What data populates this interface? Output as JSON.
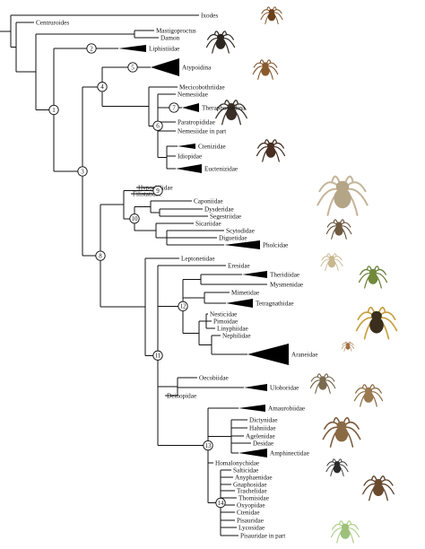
{
  "taxa": [
    {
      "id": "ixodes",
      "label": "Ixodes"
    },
    {
      "id": "centruroides",
      "label": "Centruroides"
    },
    {
      "id": "mastigoproctus",
      "label": "Mastigoproctus"
    },
    {
      "id": "damon",
      "label": "Damon"
    },
    {
      "id": "liphistiidae",
      "label": "Liphistiidae"
    },
    {
      "id": "atypoidina",
      "label": "Atypoidina"
    },
    {
      "id": "mecicobothriidae",
      "label": "Mecicobothriidae"
    },
    {
      "id": "nemesiidae",
      "label": "Nemesiidae"
    },
    {
      "id": "theraphosoidina",
      "label": "Theraphosoidina"
    },
    {
      "id": "paratropididae",
      "label": "Paratropididae"
    },
    {
      "id": "nemesiidae_part",
      "label": "Nemesiidae in part"
    },
    {
      "id": "ctenizidae",
      "label": "Ctenizidae"
    },
    {
      "id": "idiopidae",
      "label": "Idiopidae"
    },
    {
      "id": "euctenizidae",
      "label": "Euctenizidae"
    },
    {
      "id": "hypochilidae",
      "label": "Hypochilidae"
    },
    {
      "id": "filistatidae",
      "label": "Filistatidae"
    },
    {
      "id": "caponiidae",
      "label": "Caponiidae"
    },
    {
      "id": "dysderidae",
      "label": "Dysderidae"
    },
    {
      "id": "segestriidae",
      "label": "Segestriidae"
    },
    {
      "id": "sicariidae",
      "label": "Sicariidae"
    },
    {
      "id": "scytodidae",
      "label": "Scytodidae"
    },
    {
      "id": "diguetidae",
      "label": "Diguetidae"
    },
    {
      "id": "pholcidae",
      "label": "Pholcidae"
    },
    {
      "id": "leptonetidae",
      "label": "Leptonetidae"
    },
    {
      "id": "eresidae",
      "label": "Eresidae"
    },
    {
      "id": "theridiidae",
      "label": "Theridiidae"
    },
    {
      "id": "mysmenidae",
      "label": "Mysmenidae"
    },
    {
      "id": "mimetidae",
      "label": "Mimetidae"
    },
    {
      "id": "tetragnathidae",
      "label": "Tetragnathidae"
    },
    {
      "id": "nesticidae",
      "label": "Nesticidae"
    },
    {
      "id": "pimoidae",
      "label": "Pimoidae"
    },
    {
      "id": "linyphiidae",
      "label": "Linyphiidae"
    },
    {
      "id": "nephilidae",
      "label": "Nephilidae"
    },
    {
      "id": "araneidae",
      "label": "Araneidae"
    },
    {
      "id": "oecobiidae",
      "label": "Oecobiidae"
    },
    {
      "id": "uloboridae",
      "label": "Uloboridae"
    },
    {
      "id": "deinopidae",
      "label": "Deinopidae"
    },
    {
      "id": "amaurobiidae",
      "label": "Amaurobiidae"
    },
    {
      "id": "dictynidae",
      "label": "Dictynidae"
    },
    {
      "id": "hahniidae",
      "label": "Hahniidae"
    },
    {
      "id": "agelenidae",
      "label": "Agelenidae"
    },
    {
      "id": "desidae",
      "label": "Desidae"
    },
    {
      "id": "amphinectidae",
      "label": "Amphinectidae"
    },
    {
      "id": "homalonychidae",
      "label": "Homalonychidae"
    },
    {
      "id": "salticidae",
      "label": "Salticidae"
    },
    {
      "id": "anyphaenidae",
      "label": "Anyphaenidae"
    },
    {
      "id": "gnaphosidae",
      "label": "Gnaphosidae"
    },
    {
      "id": "trachelidae",
      "label": "Trachelidae"
    },
    {
      "id": "thomisidae",
      "label": "Thomisidae"
    },
    {
      "id": "oxyopidae",
      "label": "Oxyopidae"
    },
    {
      "id": "ctenidae",
      "label": "Ctenidae"
    },
    {
      "id": "pisauridae",
      "label": "Pisauridae"
    },
    {
      "id": "lycosidae",
      "label": "Lycosidae"
    },
    {
      "id": "pisauridae_part",
      "label": "Pisauridae in part"
    }
  ],
  "node_labels": [
    "1",
    "2",
    "3",
    "4",
    "5",
    "6",
    "7",
    "8",
    "9",
    "10",
    "11",
    "12",
    "13",
    "14"
  ],
  "colors": {
    "branch": "#111111",
    "clade_fill": "#000000",
    "text": "#111111",
    "background": "#ffffff"
  }
}
